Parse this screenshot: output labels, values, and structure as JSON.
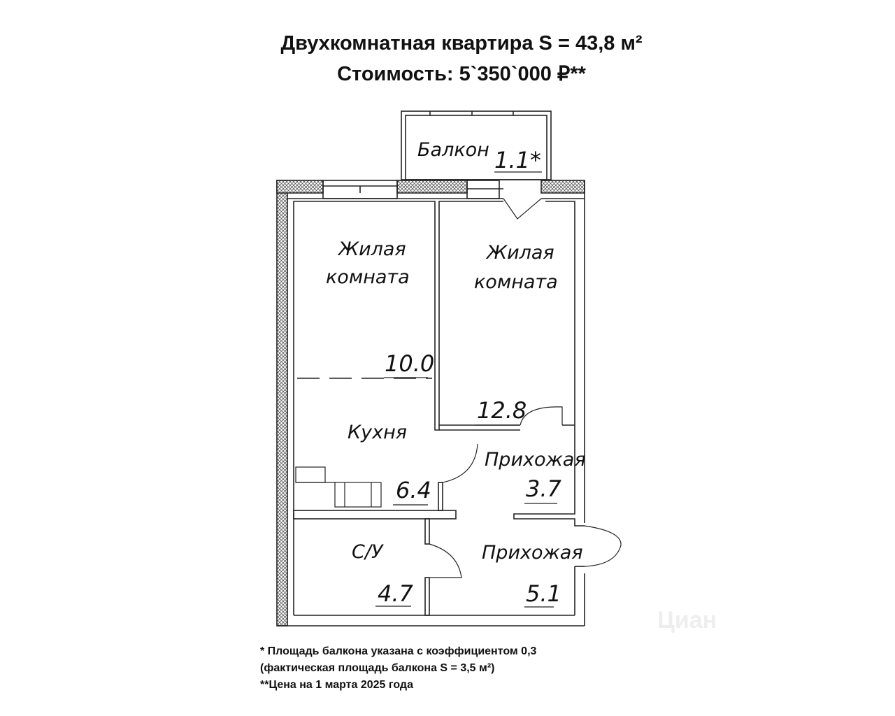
{
  "header": {
    "title": "Двухкомнатная квартира S = 43,8 м²",
    "price": "Стоимость: 5`350`000 ₽**"
  },
  "rooms": [
    {
      "name": "Балкон",
      "area": "1.1*"
    },
    {
      "name": "Жилая\nкомната",
      "line1": "Жилая",
      "line2": "комната",
      "area": "10.0"
    },
    {
      "name": "Жилая комната",
      "line1": "Жилая",
      "line2": "комната",
      "area": "12.8"
    },
    {
      "name": "Кухня",
      "area": "6.4"
    },
    {
      "name": "Прихожая",
      "area": "3.7"
    },
    {
      "name": "С/У",
      "area": "4.7"
    },
    {
      "name": "Прихожая",
      "area": "5.1"
    }
  ],
  "notes": [
    "* Площадь балкона указана с коэффициентом 0,3",
    "(фактическая площадь  балкона S = 3,5 м²)",
    "**Цена на 1 марта 2025 года"
  ],
  "watermark": "Циан"
}
